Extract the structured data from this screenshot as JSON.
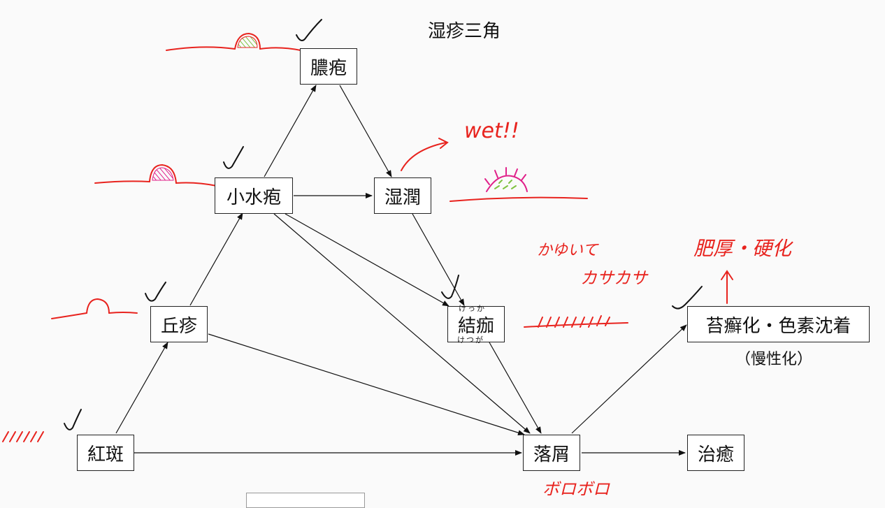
{
  "title": "湿疹三角",
  "nodes": {
    "noho": "膿疱",
    "shosuiho": "小水疱",
    "shitsujun": "湿潤",
    "kyushin": "丘疹",
    "kessai": "結痂",
    "tainen": "苔癬化・色素沈着",
    "kohan": "紅斑",
    "rakusetsu": "落屑",
    "chiyu": "治癒"
  },
  "ruby": {
    "kessai_top": "けっか",
    "kessai_bottom": "けつが"
  },
  "caption": "（慢性化）",
  "annotations": {
    "wet": "wet!!",
    "kayuite": "かゆいて",
    "kasakasa": "カサカサ",
    "hikou": "肥厚・硬化",
    "boroboro": "ボロボロ"
  },
  "colors": {
    "ink": "#e8231e",
    "magenta": "#e0218a",
    "green": "#7fc241",
    "line": "#111111"
  }
}
